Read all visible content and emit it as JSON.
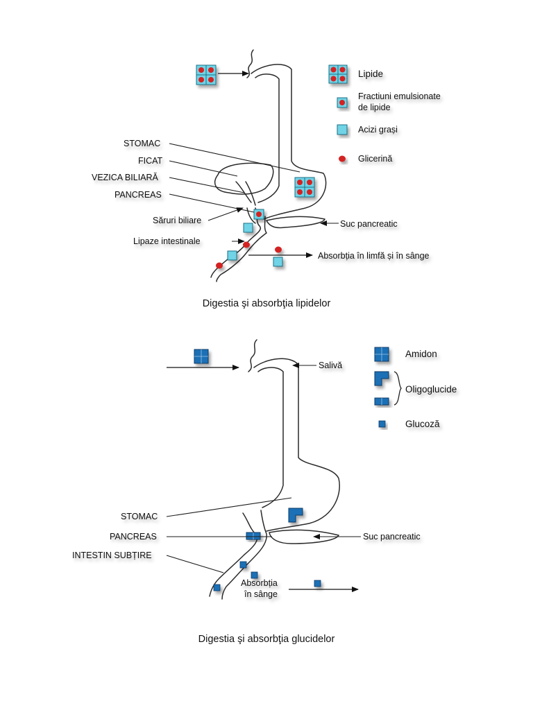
{
  "diagram_lipids": {
    "labels": {
      "stomac": "STOMAC",
      "ficat": "FICAT",
      "vezica": "VEZICA BILIARĂ",
      "pancreas": "PANCREAS",
      "saruri": "Săruri biliare",
      "lipaze": "Lipaze intestinale",
      "suc": "Suc pancreatic",
      "absorbtie": "Absorbția în limfă și în sânge"
    },
    "legend": {
      "lipide": "Lipide",
      "fractiuni_1": "Fractiuni emulsionate",
      "fractiuni_2": "de lipide",
      "acizi": "Acizi grași",
      "glicerina": "Glicerină"
    },
    "caption": "Digestia şi absorbţia lipidelor",
    "colors": {
      "lipid_square": "#6fd3e6",
      "lipid_dot": "#d42020"
    }
  },
  "diagram_glucids": {
    "labels": {
      "saliva": "Salivă",
      "stomac": "STOMAC",
      "pancreas": "PANCREAS",
      "intestin": "INTESTIN SUBȚIRE",
      "suc": "Suc pancreatic",
      "absorbtie_1": "Absorbția",
      "absorbtie_2": "în sânge"
    },
    "legend": {
      "amidon": "Amidon",
      "oligo": "Oligoglucide",
      "glucoza": "Glucoză"
    },
    "caption": "Digestia şi absorbţia glucidelor",
    "colors": {
      "glucid_square": "#1f6fb5"
    }
  }
}
